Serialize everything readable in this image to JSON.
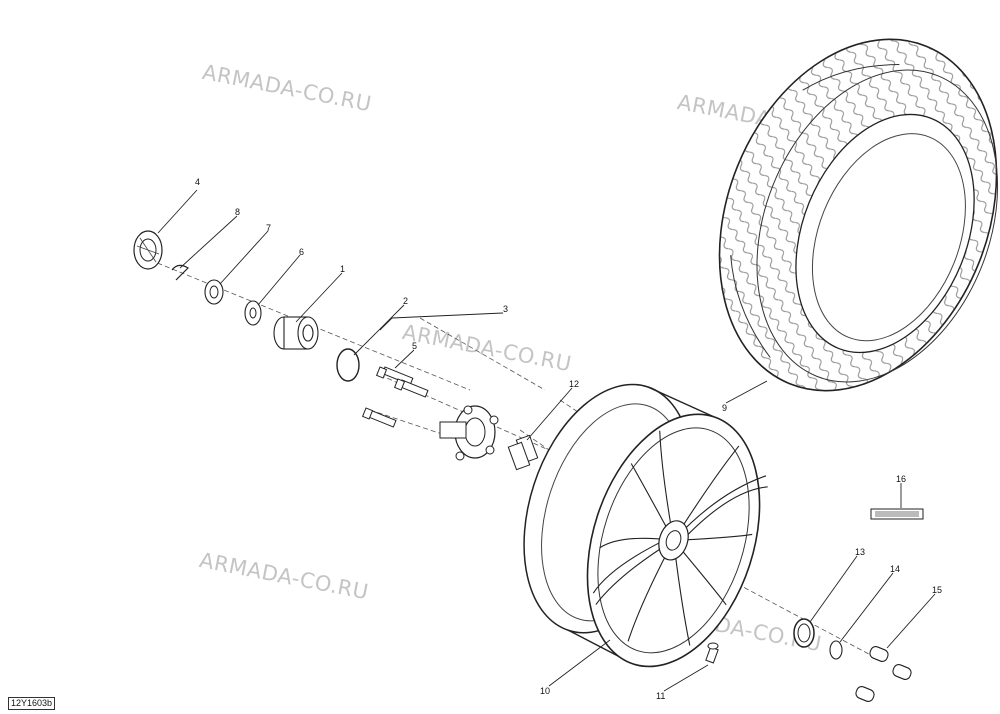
{
  "watermark": "ARMADA-CO.RU",
  "diagram_code": "12Y1603b",
  "callouts": {
    "c1": "1",
    "c2": "2",
    "c3": "3",
    "c4": "4",
    "c5": "5",
    "c6": "6",
    "c7": "7",
    "c8": "8",
    "c9": "9",
    "c10": "10",
    "c11": "11",
    "c12": "12",
    "c13": "13",
    "c14": "14",
    "c15": "15",
    "c16": "16"
  }
}
